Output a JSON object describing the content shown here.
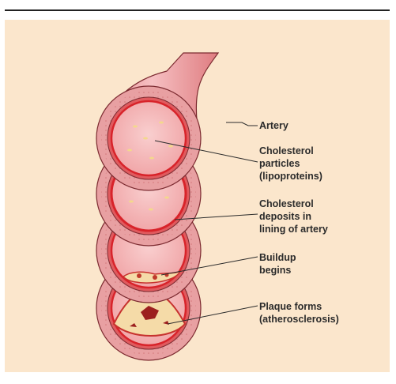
{
  "colors": {
    "background": "#fbe6cc",
    "artery_outer": "#e89a9a",
    "artery_wall": "#d9797b",
    "lumen_ring": "#e02a2a",
    "lumen_fill": "#f5b3b3",
    "plaque": "#f5dba8",
    "plaque_core": "#9c1f1f"
  },
  "labels": {
    "artery": [
      "Artery"
    ],
    "cholesterol_particles": [
      "Cholesterol",
      "particles",
      "(lipoproteins)"
    ],
    "cholesterol_deposits": [
      "Cholesterol",
      "deposits in",
      "lining of artery"
    ],
    "buildup": [
      "Buildup",
      "begins"
    ],
    "plaque": [
      "Plaque forms",
      "(atherosclerosis)"
    ]
  }
}
